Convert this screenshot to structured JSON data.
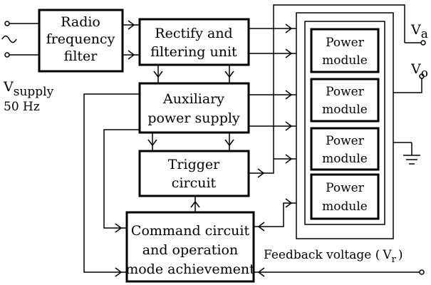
{
  "blocks": {
    "rf_filter": [
      "Radio",
      "frequency",
      "filter"
    ],
    "rectifier": [
      "Rectify and",
      "filtering unit"
    ],
    "aux_supply": [
      "Auxiliary",
      "power supply"
    ],
    "trigger": [
      "Trigger",
      "circuit"
    ],
    "command": [
      "Command circuit",
      "and operation",
      "mode achievement"
    ],
    "power_modules": [
      [
        "Power",
        "module"
      ],
      [
        "Power",
        "module"
      ],
      [
        "Power",
        "module"
      ],
      [
        "Power",
        "module"
      ]
    ]
  },
  "labels": {
    "vsupply_main": "V",
    "vsupply_sub": "supply",
    "freq": "50 Hz",
    "va_main": "V",
    "va_sub": "a",
    "vo_main": "V",
    "vo_sub": "o",
    "feedback": "Feedback voltage (",
    "vr_main": "V",
    "vr_sub": "r",
    "feedback_close": ")"
  }
}
